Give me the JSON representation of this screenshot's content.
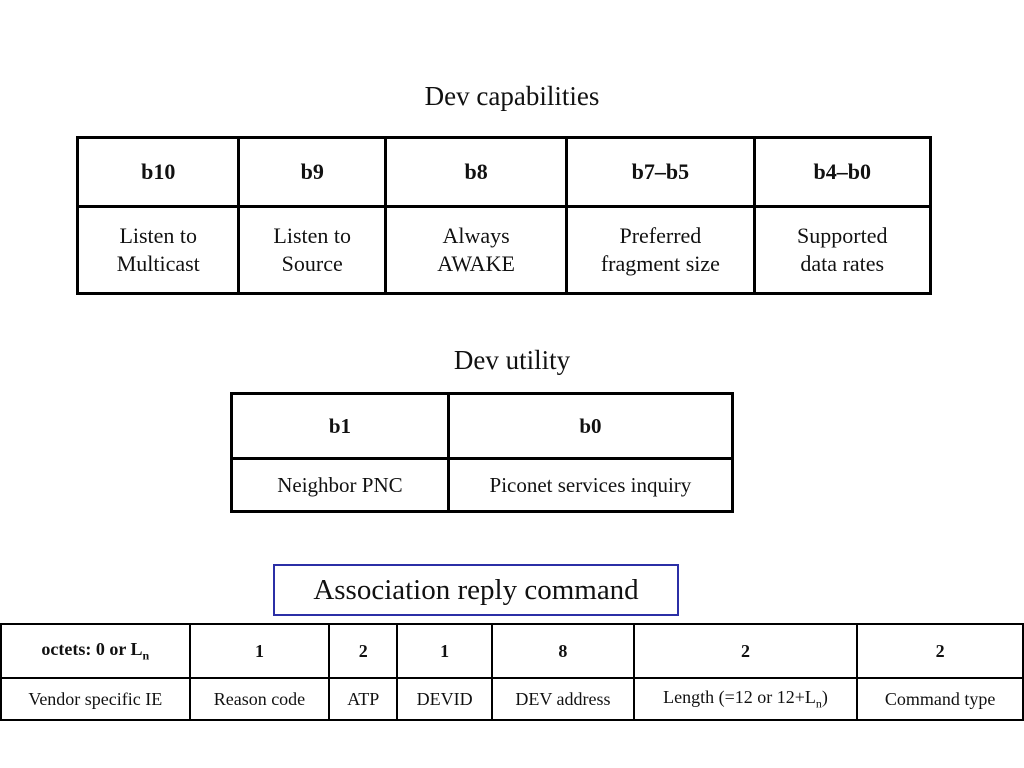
{
  "titles": {
    "capabilities": "Dev capabilities",
    "utility": "Dev utility",
    "association": "Association reply command"
  },
  "capabilities_table": {
    "headers": [
      "b10",
      "b9",
      "b8",
      "b7–b5",
      "b4–b0"
    ],
    "cells": [
      [
        "Listen to",
        "Multicast"
      ],
      [
        "Listen to",
        "Source"
      ],
      [
        "Always",
        "AWAKE"
      ],
      [
        "Preferred",
        "fragment size"
      ],
      [
        "Supported",
        "data rates"
      ]
    ]
  },
  "utility_table": {
    "headers": [
      "b1",
      "b0"
    ],
    "cells": [
      "Neighbor PNC",
      "Piconet services inquiry"
    ]
  },
  "association_table": {
    "header_first": "octets: 0 or L",
    "header_first_sub": "n",
    "headers": [
      "1",
      "2",
      "1",
      "8",
      "2",
      "2"
    ],
    "cells": {
      "vendor": "Vendor specific IE",
      "reason": "Reason code",
      "atp": "ATP",
      "devid": "DEVID",
      "devaddr": "DEV address",
      "length_prefix": "Length (=12 or 12+L",
      "length_sub": "n",
      "length_suffix": ")",
      "cmdtype": "Command type"
    }
  },
  "colors": {
    "box_border": "#2b2fa6"
  }
}
